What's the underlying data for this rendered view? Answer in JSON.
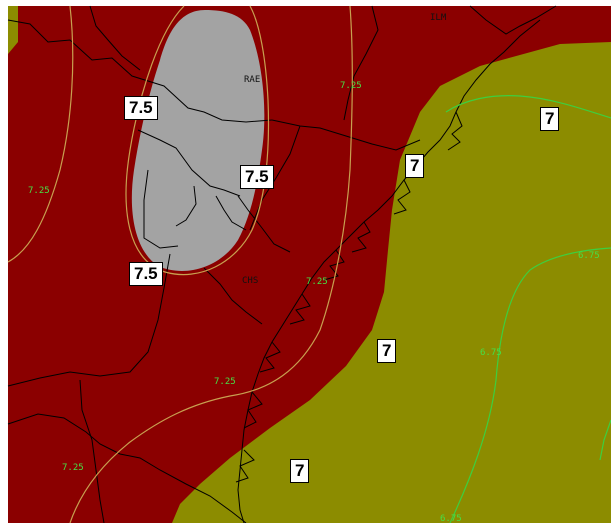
{
  "colors": {
    "background": "#ffffff",
    "value_7_25_zone": "#8b0000",
    "value_7_zone": "#8c8c00",
    "value_7_5_zone": "#a3a3a3",
    "contour_line_red": "#c8a050",
    "contour_line_olive": "#3ecf3e",
    "contour_label": "#46e046",
    "boundaries": "#000000",
    "station_label": "#111111"
  },
  "stations": {
    "ilm": "ILM",
    "rae": "RAE",
    "chs": "CHS"
  },
  "contour_labels": {
    "c1": "7.25",
    "c2": "7.25",
    "c3": "7.25",
    "c4": "7.25",
    "c5": "7.25",
    "c6": "6.75",
    "c7": "6.75",
    "c8": "6.75"
  },
  "box_labels": {
    "b1": "7.5",
    "b2": "7.5",
    "b3": "7.5",
    "b4": "7",
    "b5": "7",
    "b6": "7",
    "b7": "7"
  }
}
